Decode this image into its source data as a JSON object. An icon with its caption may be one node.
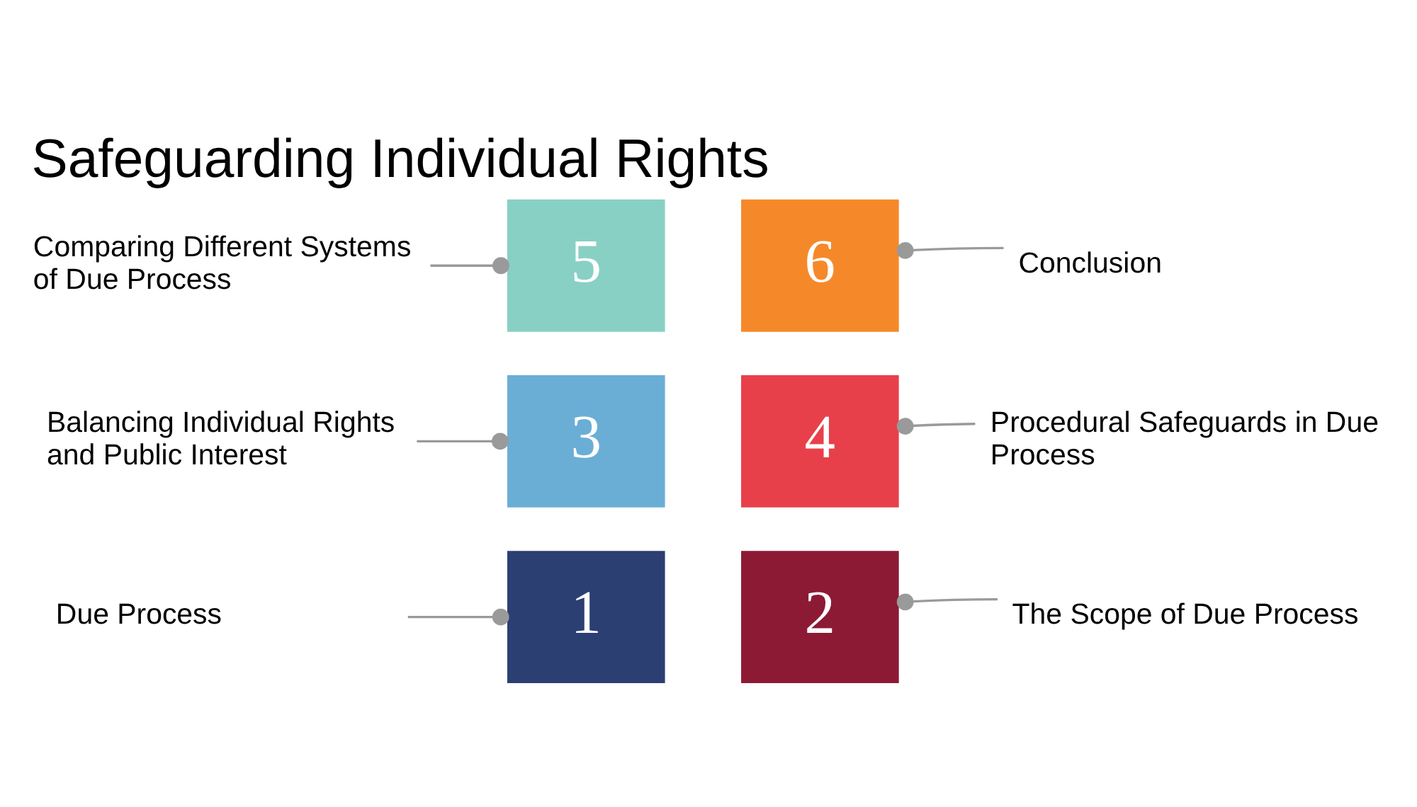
{
  "diagram": {
    "title": "Safeguarding Individual Rights",
    "nodes": [
      {
        "text": [
          "Due Process"
        ]
      },
      {
        "text": [
          "The Scope of Due Process"
        ]
      },
      {
        "text": [
          "Balancing Individual Rights and Public Interest"
        ]
      },
      {
        "text": [
          "Procedural Safeguards in Due Process"
        ]
      },
      {
        "text": [
          "Comparing Different Systems of Due Process"
        ]
      },
      {
        "text": [
          "Conclusion"
        ]
      },
      {
        "text": [
          "1"
        ]
      },
      {
        "text": [
          "2"
        ]
      },
      {
        "text": [
          "3"
        ]
      },
      {
        "text": [
          "4"
        ]
      },
      {
        "text": [
          "5"
        ]
      },
      {
        "text": [
          "6"
        ]
      }
    ],
    "edges": [
      {
        "from": 0,
        "to": 6,
        "arrow": "other"
      },
      {
        "from": 1,
        "to": 7,
        "arrow": "other"
      },
      {
        "from": 2,
        "to": 8,
        "arrow": "other"
      },
      {
        "from": 3,
        "to": 9,
        "arrow": "other"
      },
      {
        "from": 4,
        "to": 10,
        "arrow": "other"
      },
      {
        "from": 5,
        "to": 11,
        "arrow": "other"
      }
    ]
  }
}
